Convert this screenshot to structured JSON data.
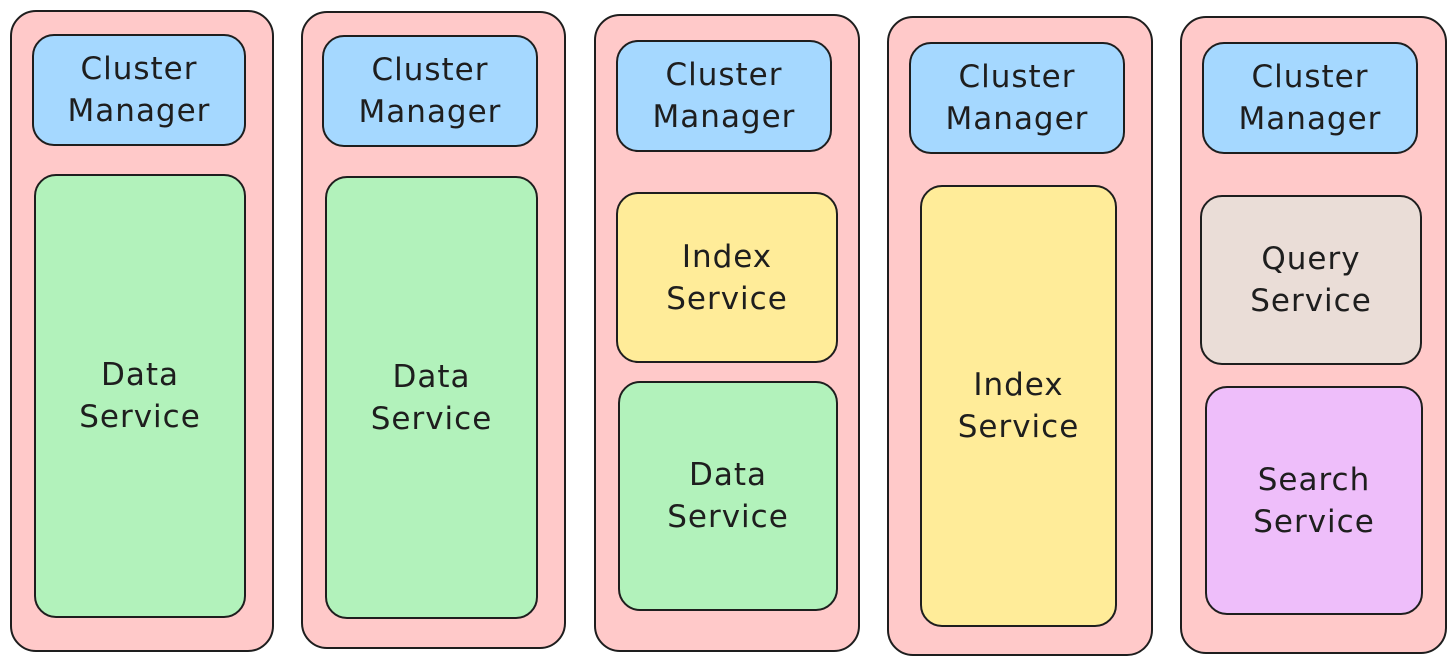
{
  "colors": {
    "node": "#ffc9c9",
    "cluster_manager": "#a5d8ff",
    "data_service": "#b2f2bb",
    "index_service": "#ffec99",
    "query_service": "#eaddd7",
    "search_service": "#eebefa",
    "stroke": "#1e1e1e"
  },
  "nodes": [
    {
      "services": [
        {
          "type": "cluster_manager",
          "label": "Cluster\nManager"
        },
        {
          "type": "data_service",
          "label": "Data\nService"
        }
      ]
    },
    {
      "services": [
        {
          "type": "cluster_manager",
          "label": "Cluster\nManager"
        },
        {
          "type": "data_service",
          "label": "Data\nService"
        }
      ]
    },
    {
      "services": [
        {
          "type": "cluster_manager",
          "label": "Cluster\nManager"
        },
        {
          "type": "index_service",
          "label": "Index\nService"
        },
        {
          "type": "data_service",
          "label": "Data\nService"
        }
      ]
    },
    {
      "services": [
        {
          "type": "cluster_manager",
          "label": "Cluster\nManager"
        },
        {
          "type": "index_service",
          "label": "Index\nService"
        }
      ]
    },
    {
      "services": [
        {
          "type": "cluster_manager",
          "label": "Cluster\nManager"
        },
        {
          "type": "query_service",
          "label": "Query\nService"
        },
        {
          "type": "search_service",
          "label": "Search\nService"
        }
      ]
    }
  ]
}
